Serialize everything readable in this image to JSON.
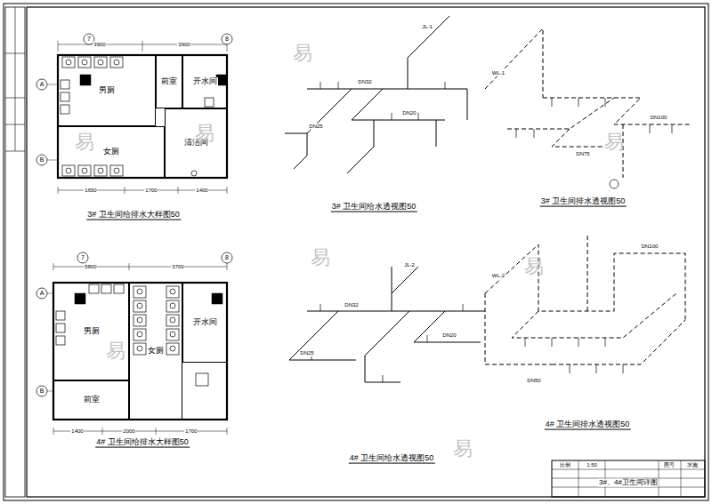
{
  "diagram": {
    "nodes": [
      {
        "text": [
          "男厕"
        ]
      },
      {
        "text": [
          "前室"
        ]
      },
      {
        "text": [
          "开水间"
        ]
      },
      {
        "text": [
          "女厕"
        ]
      },
      {
        "text": [
          "清洁间"
        ]
      },
      {
        "text": [
          "男厕"
        ]
      },
      {
        "text": [
          "女厕"
        ]
      },
      {
        "text": [
          "开水间"
        ]
      },
      {
        "text": [
          "前室"
        ]
      }
    ],
    "labels": [
      "3# 卫生间给排水大样图50",
      "3# 卫生间给水透视图50",
      "3# 卫生间排水透视图50",
      "4# 卫生间给排水大样图50",
      "4# 卫生间给水透视图50",
      "4# 卫生间排水透视图50",
      "3900",
      "3900",
      "1650",
      "1700",
      "1400",
      "5800",
      "3700",
      "1400",
      "2000",
      "1700",
      "A",
      "B",
      "A",
      "B",
      "7",
      "8",
      "7",
      "8",
      "JL-1",
      "DN32",
      "DN25",
      "DN20",
      "WL-1",
      "DN100",
      "DN75",
      "JL-2",
      "DN32",
      "DN25",
      "DN20",
      "WL-2",
      "DN100",
      "DN50",
      "易",
      "易",
      "易",
      "易",
      "易",
      "易",
      "易",
      "易",
      "3#、4#卫生间详图",
      "比例",
      "1:50",
      "图号",
      "水施"
    ]
  }
}
